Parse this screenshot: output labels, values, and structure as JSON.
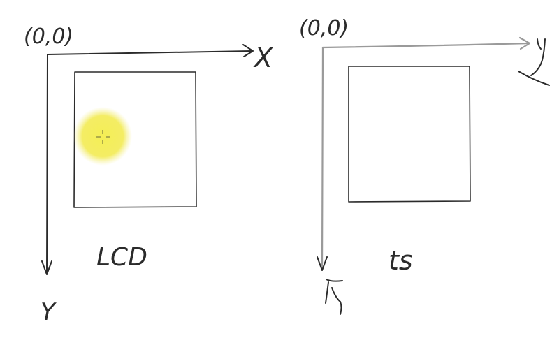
{
  "lcd_diagram": {
    "origin_label": "(0,0)",
    "x_axis_label": "X",
    "y_axis_label": "Y",
    "caption": "LCD"
  },
  "ts_diagram": {
    "origin_label": "(0,0)",
    "caption": "ts"
  },
  "colors": {
    "ink": "#2b2b2b",
    "ink_light": "#9a9a9a",
    "highlight": "#f3ec5c"
  },
  "cursor": {
    "icon": "crosshair-icon"
  }
}
